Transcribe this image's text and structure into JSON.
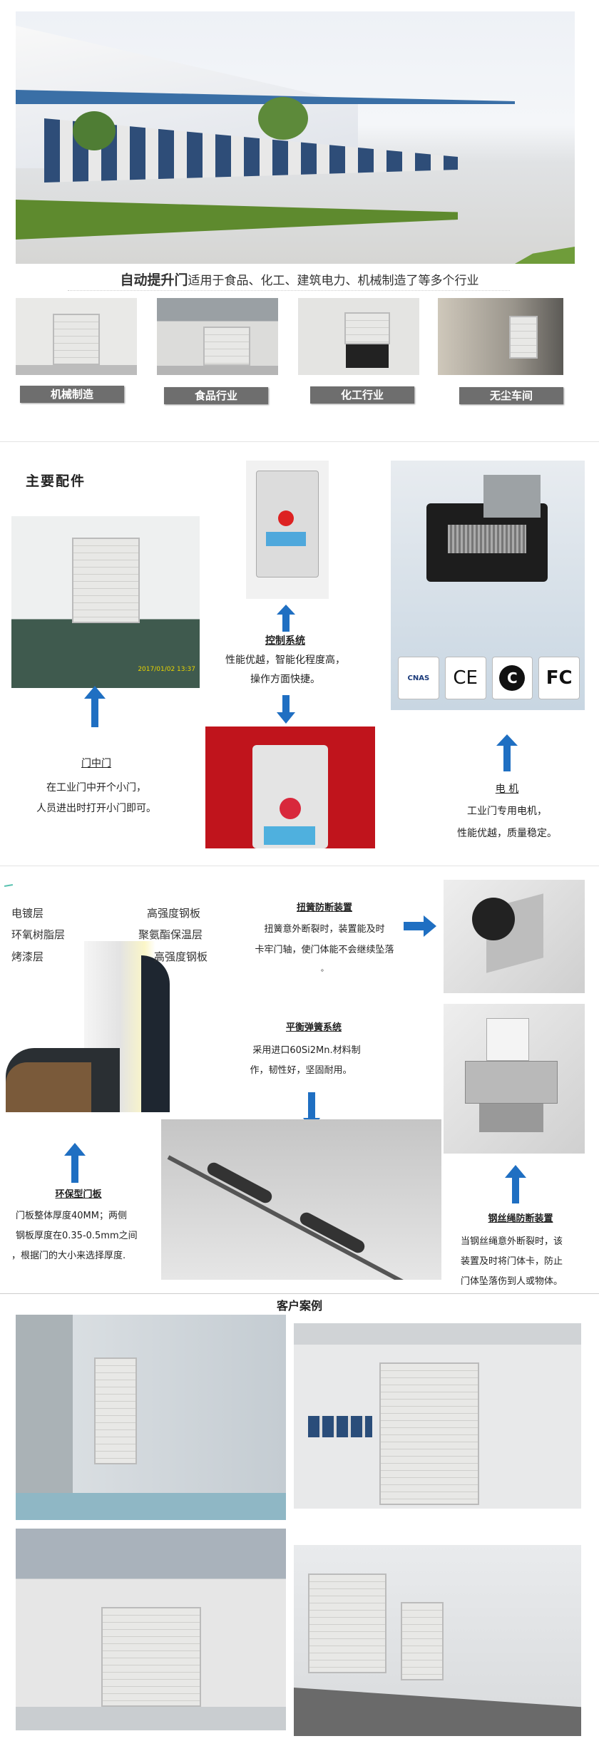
{
  "hero": {
    "caption_bold": "自动提升门",
    "caption_rest": "适用于食品、化工、建筑电力、机械制造了等多个行业"
  },
  "industries": [
    {
      "label": "机械制造"
    },
    {
      "label": "食品行业"
    },
    {
      "label": "化工行业"
    },
    {
      "label": "无尘车间"
    }
  ],
  "components": {
    "title": "主要配件",
    "control": {
      "title": "控制系统",
      "lines": [
        "性能优越，智能化程度高，",
        "操作方面快捷。"
      ]
    },
    "door_in_door": {
      "title": "门中门",
      "lines": [
        "在工业门中开个小门，",
        "人员进出时打开小门即可。"
      ]
    },
    "motor": {
      "title": "电 机",
      "lines": [
        "工业门专用电机，",
        "性能优越，质量稳定。"
      ],
      "certs": [
        "CNAS",
        "CE",
        "C",
        "FC"
      ]
    },
    "photo_timestamp": "2017/01/02 13:37"
  },
  "structure": {
    "panel_layers_left": [
      "电镀层",
      "环氧树脂层",
      "烤漆层"
    ],
    "panel_layers_right": [
      "高强度钢板",
      "聚氨酯保温层",
      "高强度钢板"
    ],
    "torsion": {
      "title": "扭簧防断装置",
      "lines": [
        "扭簧意外断裂时，装置能及时",
        "卡牢门轴，使门体能不会继续坠落",
        "。"
      ]
    },
    "spring": {
      "title": "平衡弹簧系统",
      "lines": [
        "采用进口60Si2Mn.材料制",
        "作，韧性好，坚固耐用。"
      ]
    },
    "panel": {
      "title": "环保型门板",
      "lines": [
        "门板整体厚度40MM；两侧",
        "钢板厚度在0.35-0.5mm之间",
        "，根据门的大小来选择厚度."
      ]
    },
    "cable": {
      "title": "钢丝绳防断装置",
      "lines": [
        "当钢丝绳意外断裂时，该",
        "装置及时将门体卡，防止",
        "门体坠落伤到人或物体。"
      ]
    }
  },
  "cases": {
    "title": "客户案例"
  },
  "colors": {
    "arrow": "#1f6fc2",
    "label_bg": "#6e6e6e",
    "red_bg": "#c0141c"
  }
}
